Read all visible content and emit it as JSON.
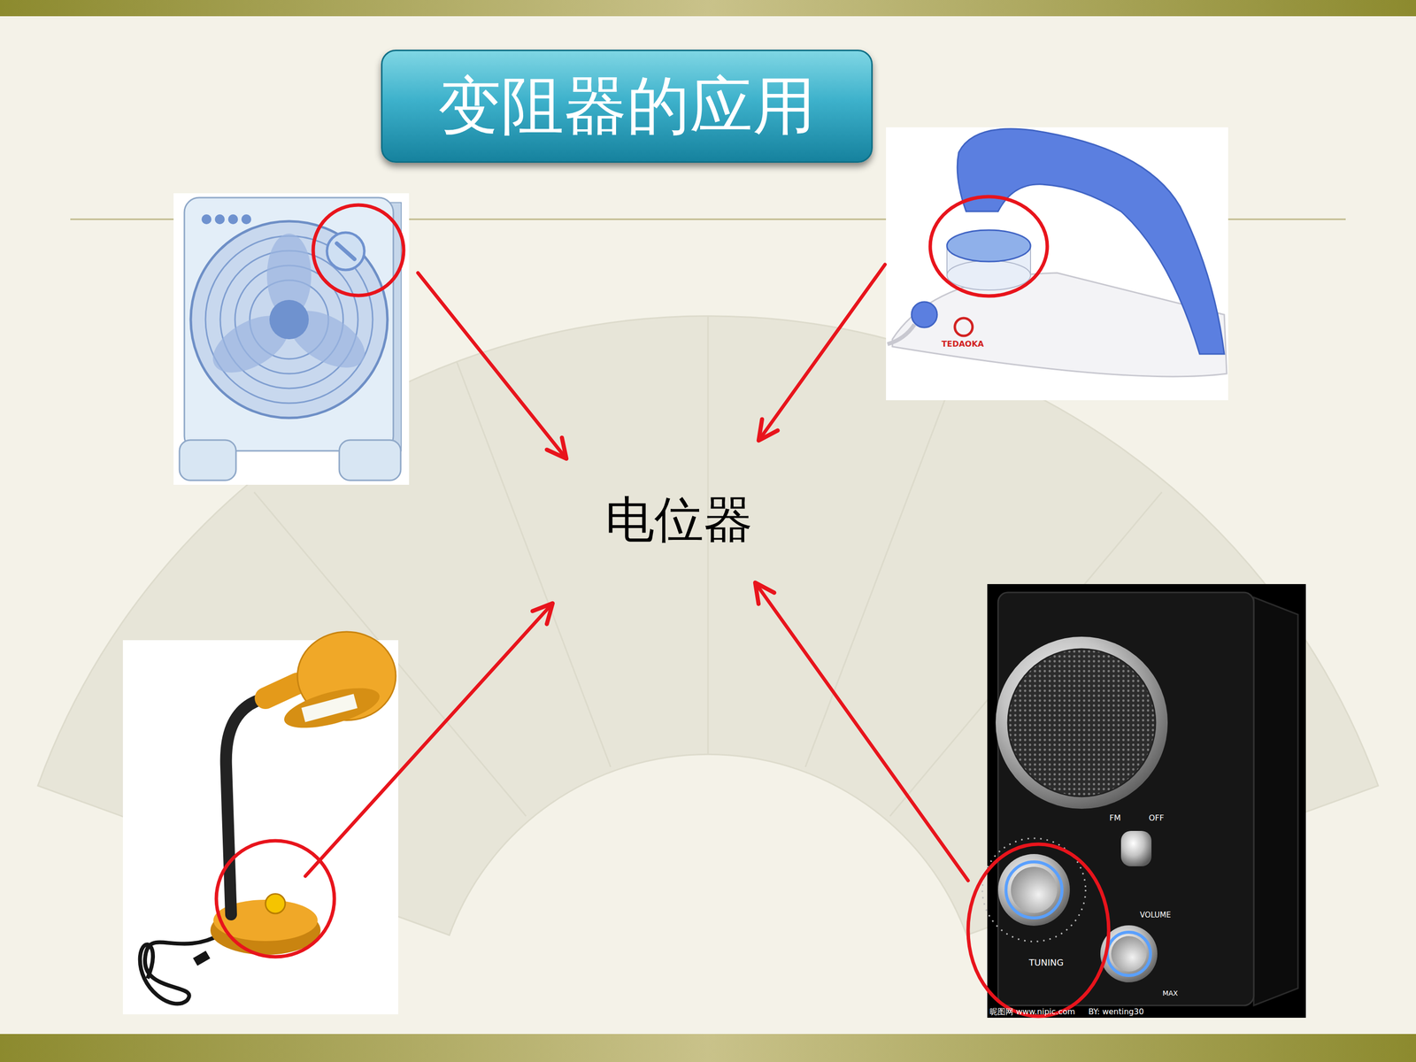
{
  "diagram": {
    "title": "变阻器的应用",
    "labels": [
      "电位器",
      "TEDAOKA",
      "FM",
      "OFF",
      "TUNING",
      "VOLUME",
      "MAX",
      "昵图网 www.nipic.com",
      "BY: wenting30"
    ]
  }
}
